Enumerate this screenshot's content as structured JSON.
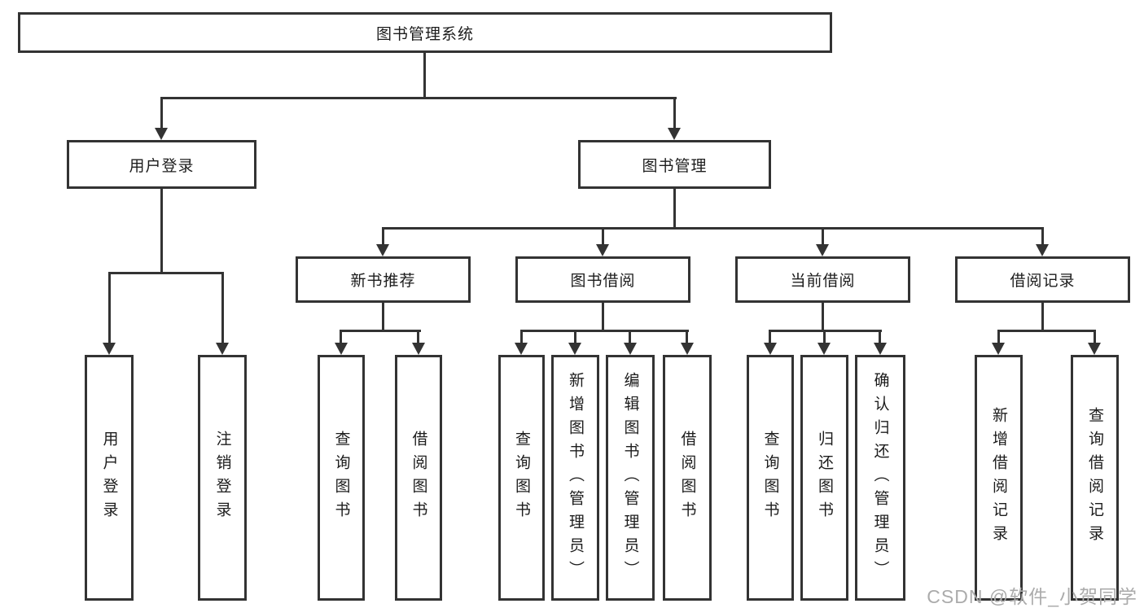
{
  "tree": {
    "root": "图书管理系统",
    "branches": [
      {
        "label": "用户登录",
        "leaves": [
          "用户登录",
          "注销登录"
        ]
      },
      {
        "label": "图书管理",
        "groups": [
          {
            "label": "新书推荐",
            "leaves": [
              "查询图书",
              "借阅图书"
            ]
          },
          {
            "label": "图书借阅",
            "leaves": [
              "查询图书",
              "新增图书（管理员）",
              "编辑图书（管理员）",
              "借阅图书"
            ]
          },
          {
            "label": "当前借阅",
            "leaves": [
              "查询图书",
              "归还图书",
              "确认归还（管理员）"
            ]
          },
          {
            "label": "借阅记录",
            "leaves": [
              "新增借阅记录",
              "查询借阅记录"
            ]
          }
        ]
      }
    ]
  },
  "watermark": {
    "text": "CSDN @软件_小贺同学"
  },
  "colors": {
    "line": "#333333",
    "text": "#1c1c1c",
    "background": "#ffffff",
    "watermark": "#ababab"
  }
}
